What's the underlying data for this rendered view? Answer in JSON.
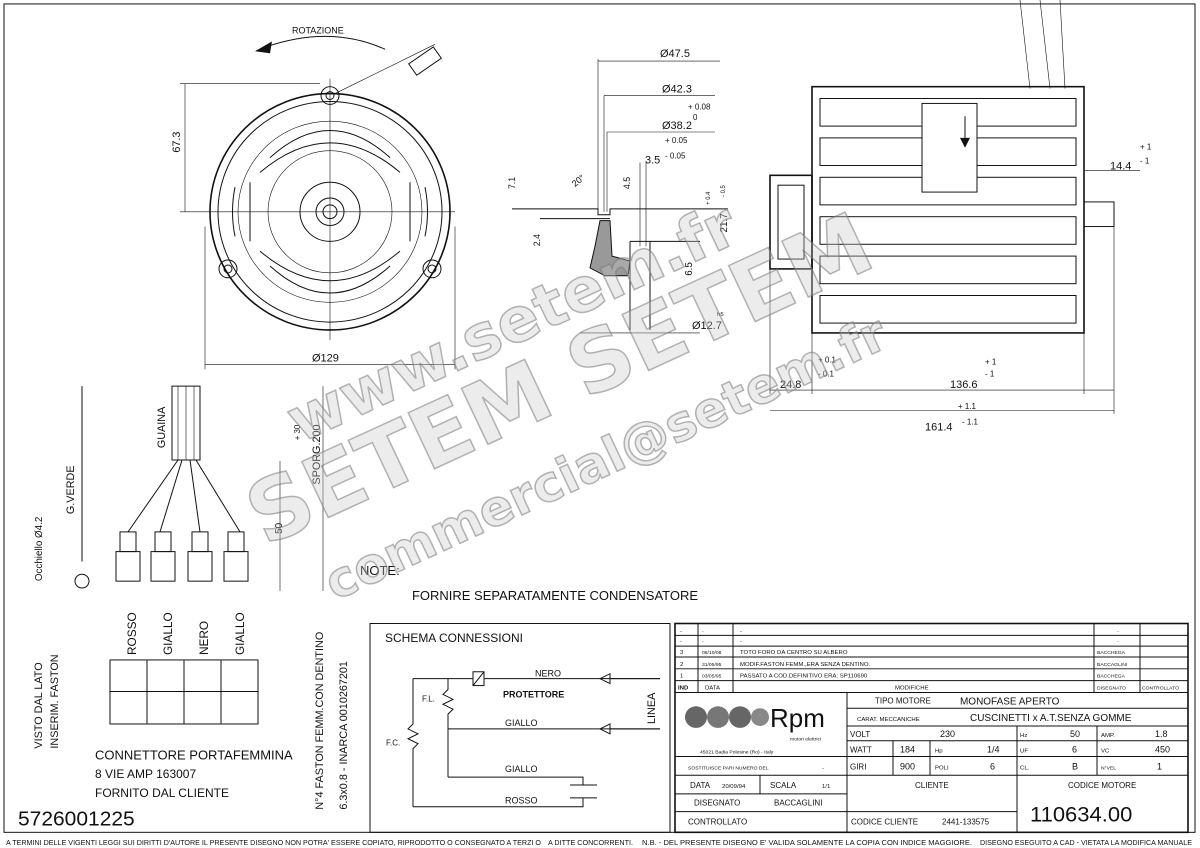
{
  "front_view": {
    "rotation_label": "ROTAZIONE",
    "dim_height": "67.3",
    "dim_diameter": "Ø129"
  },
  "shaft_detail": {
    "d1": "Ø47.5",
    "d2": "Ø42.3",
    "d2_tol_plus": "+ 0.08",
    "d2_tol_minus": "0",
    "d3": "Ø38.2",
    "d3_tol_plus": "+ 0.05",
    "d3_tol_minus": "- 0.05",
    "w": "3.5",
    "h1": "4.5",
    "angle": "20°",
    "h2": "7.1",
    "h3": "2.4",
    "tol_a": "+ 0.4",
    "tol_b": "- 0.5",
    "h4": "21.7",
    "h5": "6.5",
    "shaft": "Ø12.7",
    "shaft_fit": "h5"
  },
  "side_view": {
    "dim_shaft": "14.4",
    "dim_shaft_tol_plus": "+ 1",
    "dim_shaft_tol_minus": "- 1",
    "dim_pulley": "24.8",
    "dim_pulley_tol_plus": "+ 0.1",
    "dim_pulley_tol_minus": "- 0.1",
    "dim_body": "136.6",
    "dim_body_tol_plus": "+ 1",
    "dim_body_tol_minus": "- 1",
    "dim_total": "161.4",
    "dim_total_tol_plus": "+ 1.1",
    "dim_total_tol_minus": "- 1.1"
  },
  "wiring": {
    "sheath": "GUAINA",
    "sporg": "SPORG.200",
    "sporg_tol": "+ 30",
    "len50": "50",
    "ground": "G.VERDE",
    "eyelet": "Occhiello Ø4.2",
    "wires": [
      "ROSSO",
      "GIALLO",
      "NERO",
      "GIALLO"
    ],
    "view_side": "VISTO DAL LATO",
    "insert": "INSERIM. FASTON",
    "connector_1": "CONNETTORE PORTAFEMMINA",
    "connector_2": "8 VIE AMP 163007",
    "connector_3": "FORNITO DAL CLIENTE",
    "faston_1": "N°4 FASTON FEMM.CON DENTINO",
    "faston_2": "6.3x0.8 - INARCA 0010267201"
  },
  "note_label": "NOTE:",
  "note_text": "FORNIRE SEPARATAMENTE CONDENSATORE",
  "part_number": "5726001225",
  "schema": {
    "title": "SCHEMA CONNESSIONI",
    "nero": "NERO",
    "protettore": "PROTETTORE",
    "giallo1": "GIALLO",
    "giallo2": "GIALLO",
    "rosso": "ROSSO",
    "fl": "F.L.",
    "fc": "F.C.",
    "linea": "LINEA"
  },
  "revisions": {
    "headers": [
      "IND",
      "DATA",
      "MODIFICHE",
      "DISEGNATO",
      "CONTROLLATO"
    ],
    "rows": [
      [
        "-",
        "-",
        "-",
        "-",
        ""
      ],
      [
        "-",
        "-",
        "-",
        "-",
        ""
      ],
      [
        "3",
        "06/10/08",
        "TOTO FORO DA CENTRO SU ALBERO",
        "BACCHEGA",
        ""
      ],
      [
        "2",
        "31/05/95",
        "MODIF.FASTON FEMM.,ERA SENZA DENTINO.",
        "BACCAGLINI",
        ""
      ],
      [
        "1",
        "03/05/95",
        "PASSATO A COD.DEFINITIVO ERA: SP110690",
        "BACCHEGA",
        ""
      ]
    ]
  },
  "title_block": {
    "logo": "Rpm",
    "logo_sub": "motori elettrici",
    "address": "45021 Badia Polesine (Ro) - Italy",
    "tipo_label": "TIPO MOTORE",
    "tipo_value": "MONOFASE APERTO",
    "carat_label": "CARAT. MECCANICHE",
    "carat_value": "CUSCINETTI x A.T.SENZA GOMME",
    "volt_label": "VOLT",
    "volt": "230",
    "hz_label": "Hz",
    "hz": "50",
    "amp_label": "AMP.",
    "amp": "1.8",
    "watt_label": "WATT",
    "watt": "184",
    "hp_label": "Hp",
    "hp": "1/4",
    "uf_label": "UF",
    "uf": "6",
    "vc_label": "VC",
    "vc": "450",
    "giri_label": "GIRI",
    "giri": "900",
    "poli_label": "POLI",
    "poli": "6",
    "cl_label": "CL.",
    "cl": "B",
    "nvel_label": "N°VEL",
    "nvel": "1",
    "sostituisce": "SOSTITUISCE PARI NUMERO DEL",
    "sostituisce_value": "-",
    "data_label": "DATA",
    "data": "20/09/94",
    "scala_label": "SCALA",
    "scala": "1/1",
    "disegnato_label": "DISEGNATO",
    "disegnato": "BACCAGLINI",
    "controllato_label": "CONTROLLATO",
    "cliente_label": "CLIENTE",
    "codice_cliente_label": "CODICE CLIENTE",
    "codice_cliente": "2441-133575",
    "codice_motore_label": "CODICE MOTORE",
    "codice_motore": "110634.00"
  },
  "footer": {
    "copyright_1": "A TERMINI DELLE VIGENTI LEGGI SUI DIRITTI D'AUTORE IL PRESENTE DISEGNO NON POTRA' ESSERE COPIATO, RIPRODOTTO O CONSEGNATO A TERZI O",
    "copyright_2": "A DITTE CONCORRENTI.",
    "nb": "N.B. - DEL PRESENTE DISEGNO E' VALIDA SOLAMENTE LA COPIA CON INDICE MAGGIORE.",
    "cad": "DISEGNO ESEGUITO A CAD - VIETATA LA MODIFICA MANUALE"
  },
  "watermark": {
    "line1": "www.setem.fr",
    "line2": "SETEM SETEM",
    "line3": "commercial@setem.fr"
  }
}
